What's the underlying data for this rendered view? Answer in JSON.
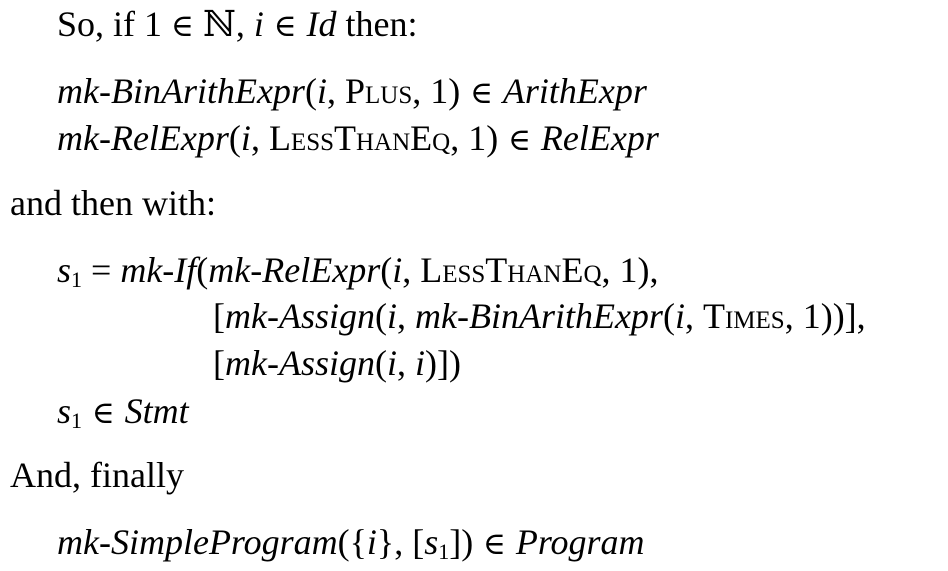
{
  "intro": {
    "prefix": "So, if 1 ",
    "in1": "∈",
    "nat": "ℕ",
    "comma": ", ",
    "var_i": "i",
    "in2": " ∈ ",
    "id": "Id",
    "suffix": " then:"
  },
  "expr1": {
    "ctor": "mk-BinArithExpr",
    "open": "(",
    "var_i": "i",
    "comma1": ", ",
    "op": "Plus",
    "comma2": ", ",
    "num": "1",
    "close": ")",
    "in": " ∈ ",
    "type": "ArithExpr"
  },
  "expr2": {
    "ctor": "mk-RelExpr",
    "open": "(",
    "var_i": "i",
    "comma1": ", ",
    "op": "LessThanEq",
    "comma2": ", ",
    "num": "1",
    "close": ")",
    "in": " ∈ ",
    "type": "RelExpr"
  },
  "then_with": "and then with:",
  "s1_def": {
    "s": "s",
    "sub": "1",
    "eq": " = ",
    "ctor_if": "mk-If",
    "open": "(",
    "ctor_rel": "mk-RelExpr",
    "open2": "(",
    "var_i": "i",
    "comma1": ", ",
    "op": "LessThanEq",
    "comma2": ", ",
    "num": "1",
    "close2": "),"
  },
  "s1_line2": {
    "bracket_open": "[",
    "ctor_assign": "mk-Assign",
    "open": "(",
    "var_i": "i",
    "comma1": ", ",
    "ctor_bin": "mk-BinArithExpr",
    "open2": "(",
    "var_i2": "i",
    "comma2": ", ",
    "op": "Times",
    "comma3": ", ",
    "num": "1",
    "close": "))],"
  },
  "s1_line3": {
    "bracket_open": "[",
    "ctor_assign": "mk-Assign",
    "open": "(",
    "var_i": "i",
    "comma": ", ",
    "var_i2": "i",
    "close": ")])"
  },
  "s1_stmt": {
    "s": "s",
    "sub": "1",
    "in": " ∈ ",
    "type": "Stmt"
  },
  "finally": "And, finally",
  "program": {
    "ctor": "mk-SimpleProgram",
    "open": "({",
    "var_i": "i",
    "mid": "}, [",
    "s": "s",
    "sub": "1",
    "close": "])",
    "in": " ∈ ",
    "type": "Program"
  }
}
